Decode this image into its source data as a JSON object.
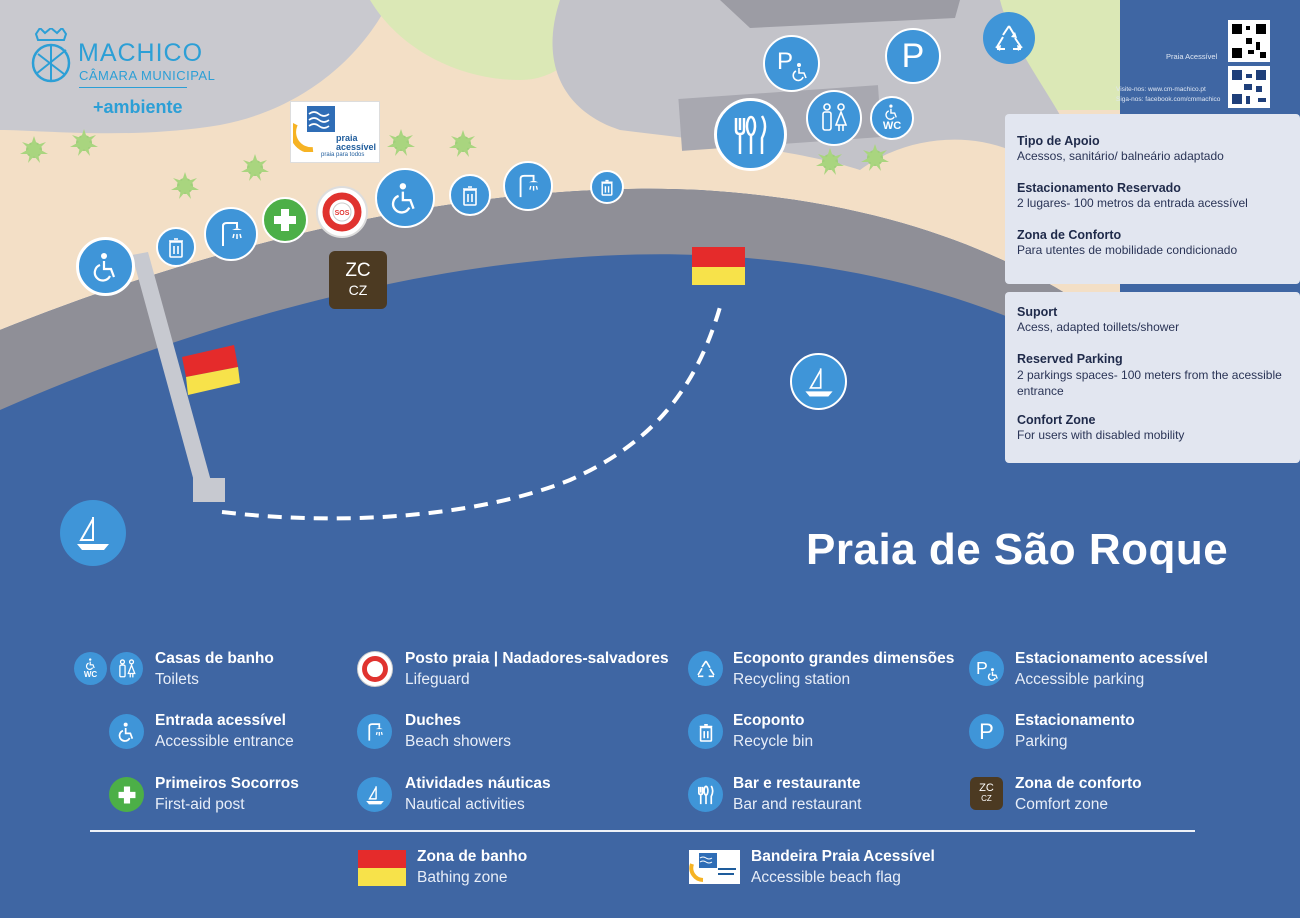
{
  "brand": {
    "name": "MACHICO",
    "subtitle": "CÂMARA MUNICIPAL",
    "tagline": "+ambiente"
  },
  "flag_card": {
    "line1": "praia",
    "line2": "acessível",
    "line3": "praia para todos"
  },
  "corner": {
    "qr1_label": "Praia Acessível",
    "qr2_line1": "Visite-nos: www.cm-machico.pt",
    "qr2_line2": "Siga-nos: facebook.com/cmmachico"
  },
  "info_pt": [
    {
      "heading": "Tipo de Apoio",
      "text": "Acessos, sanitário/ balneário adaptado"
    },
    {
      "heading": "Estacionamento Reservado",
      "text": "2 lugares- 100 metros da entrada acessível"
    },
    {
      "heading": "Zona de Conforto",
      "text": "Para utentes de mobilidade condicionado"
    }
  ],
  "info_en": [
    {
      "heading": "Suport",
      "text": "Acess, adapted toillets/shower"
    },
    {
      "heading": "Reserved Parking",
      "text": "2 parkings spaces- 100 meters from the acessible entrance"
    },
    {
      "heading": "Confort Zone",
      "text": "For users with disabled mobility"
    }
  ],
  "map_labels": {
    "zc_top": "ZC",
    "zc_bottom": "CZ",
    "sos": "SOS",
    "wc": "WC",
    "parking": "P"
  },
  "title": "Praia de São Roque",
  "legend": [
    {
      "heading": "Casas de banho",
      "text": "Toilets",
      "icon": "wc-icon"
    },
    {
      "heading": "Posto praia | Nadadores-salvadores",
      "text": "Lifeguard",
      "icon": "lifebuoy-icon"
    },
    {
      "heading": "Ecoponto grandes dimensões",
      "text": "Recycling station",
      "icon": "recycling-icon"
    },
    {
      "heading": "Estacionamento acessível",
      "text": "Accessible parking",
      "icon": "accessible-parking-icon"
    },
    {
      "heading": "Entrada acessível",
      "text": "Accessible entrance",
      "icon": "wheelchair-icon"
    },
    {
      "heading": "Duches",
      "text": "Beach showers",
      "icon": "shower-icon"
    },
    {
      "heading": "Ecoponto",
      "text": "Recycle bin",
      "icon": "recycle-bin-icon"
    },
    {
      "heading": "Estacionamento",
      "text": "Parking",
      "icon": "parking-icon"
    },
    {
      "heading": "Primeiros Socorros",
      "text": "First-aid post",
      "icon": "first-aid-icon"
    },
    {
      "heading": "Atividades náuticas",
      "text": "Nautical activities",
      "icon": "sailboat-icon"
    },
    {
      "heading": "Bar e restaurante",
      "text": "Bar and restaurant",
      "icon": "restaurant-icon"
    },
    {
      "heading": "Zona de conforto",
      "text": "Comfort zone",
      "icon": "comfort-zone-icon"
    },
    {
      "heading": "Zona de banho",
      "text": "Bathing zone",
      "icon": "bathing-flag-icon"
    },
    {
      "heading": "Bandeira Praia Acessível",
      "text": "Accessible beach flag",
      "icon": "accessible-beach-flag-icon"
    }
  ],
  "colors": {
    "sea": "#3f66a3",
    "sand": "#f3dfc6",
    "promenade": "#8f8f97",
    "grass": "#dbe8b6",
    "icon_blue": "#3f95d8",
    "first_aid_green": "#4caf47",
    "comfort_zone_brown": "#4c3a22",
    "flag_red": "#e52b2b",
    "flag_yellow": "#f7e24a"
  }
}
